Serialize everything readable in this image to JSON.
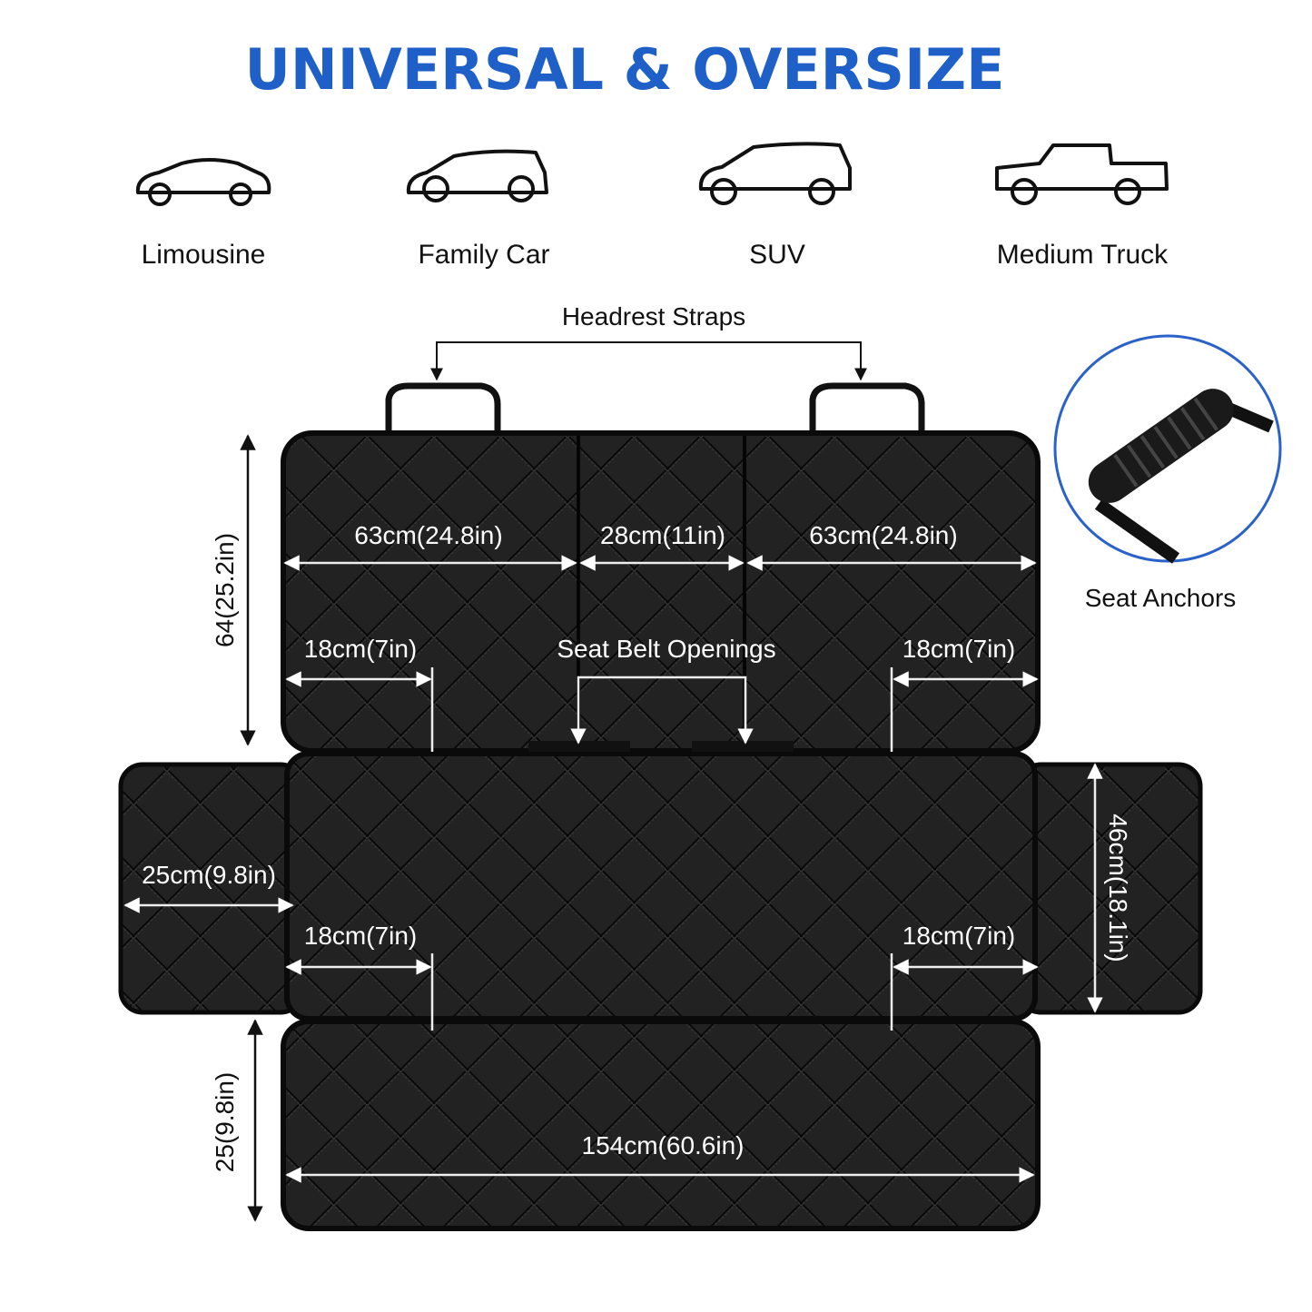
{
  "title": "UNIVERSAL & OVERSIZE",
  "colors": {
    "title": "#1f5fc8",
    "circle": "#2a62c9",
    "panel": "#1c1c1c"
  },
  "vehicles": [
    {
      "label": "Limousine",
      "icon": "sedan-icon"
    },
    {
      "label": "Family Car",
      "icon": "hatchback-icon"
    },
    {
      "label": "SUV",
      "icon": "suv-icon"
    },
    {
      "label": "Medium Truck",
      "icon": "pickup-truck-icon"
    }
  ],
  "callouts": {
    "headrest_straps": "Headrest Straps",
    "seat_belt_openings": "Seat Belt Openings",
    "seat_anchors": "Seat Anchors"
  },
  "dimensions": {
    "top_left_width": "63cm(24.8in)",
    "top_middle_width": "28cm(11in)",
    "top_right_width": "63cm(24.8in)",
    "top_left_opening": "18cm(7in)",
    "top_right_opening": "18cm(7in)",
    "back_height": "64(25.2in)",
    "side_flap_width": "25cm(9.8in)",
    "mid_left_opening": "18cm(7in)",
    "mid_right_opening": "18cm(7in)",
    "seat_depth": "46cm(18.1in)",
    "front_flap_height": "25(9.8in)",
    "total_width": "154cm(60.6in)"
  }
}
